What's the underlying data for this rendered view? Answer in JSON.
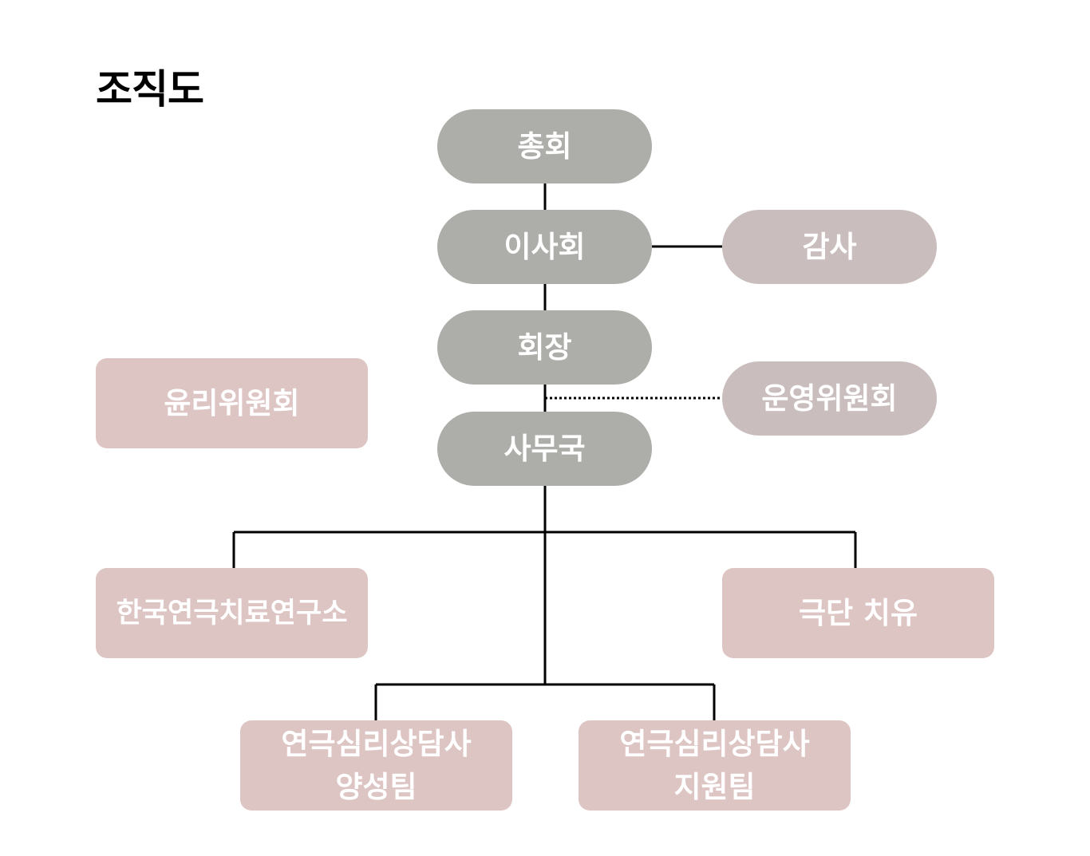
{
  "title": "조직도",
  "colors": {
    "core_node": "#adada9",
    "side_node": "#c9bebd",
    "unit_node": "#ddc5c4",
    "line": "#000000",
    "text": "#ffffff"
  },
  "nodes": {
    "general_assembly": "총회",
    "board": "이사회",
    "chairman": "회장",
    "secretariat": "사무국",
    "audit": "감사",
    "operating_committee": "운영위원회",
    "ethics_committee": "윤리위원회",
    "institute": "한국연극치료연구소",
    "troupe": "극단 치유",
    "training_team": {
      "line1": "연극심리상담사",
      "line2": "양성팀"
    },
    "support_team": {
      "line1": "연극심리상담사",
      "line2": "지원팀"
    }
  }
}
